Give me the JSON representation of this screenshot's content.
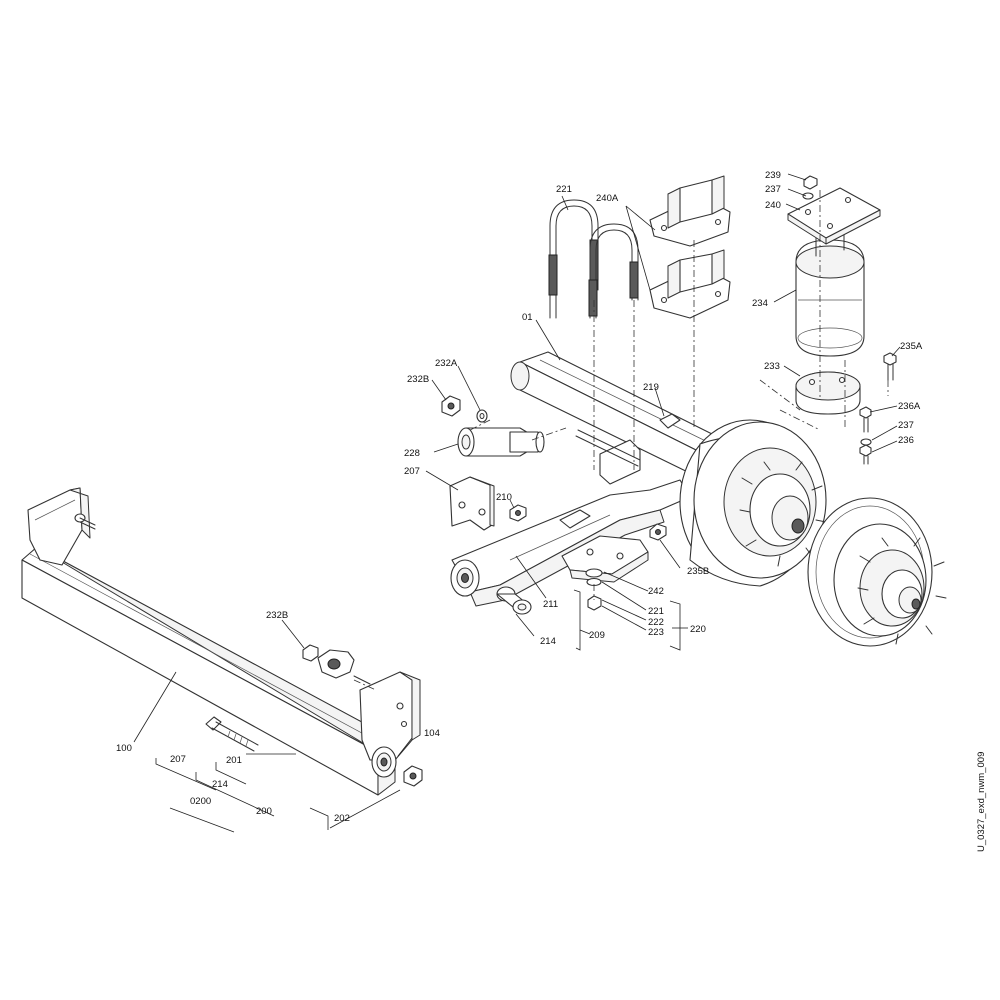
{
  "drawing_code": "U_0327_exd_nwm_009",
  "callouts": {
    "c221_top": "221",
    "c240A": "240A",
    "c239": "239",
    "c237_top": "237",
    "c240": "240",
    "c234": "234",
    "c01": "01",
    "c235A": "235A",
    "c233": "233",
    "c232A": "232A",
    "c232B_top": "232B",
    "c219": "219",
    "c236A": "236A",
    "c237_bottom": "237",
    "c236": "236",
    "c228": "228",
    "c207_top": "207",
    "c210": "210",
    "c235B": "235B",
    "c242": "242",
    "c211": "211",
    "c221_bottom": "221",
    "c222": "222",
    "c223": "223",
    "c220": "220",
    "c209": "209",
    "c214_top": "214",
    "c232B_bottom": "232B",
    "c104": "104",
    "c100": "100",
    "c207_bottom": "207",
    "c201": "201",
    "c214_bottom": "214",
    "c0200": "0200",
    "c200": "200",
    "c202": "202"
  }
}
